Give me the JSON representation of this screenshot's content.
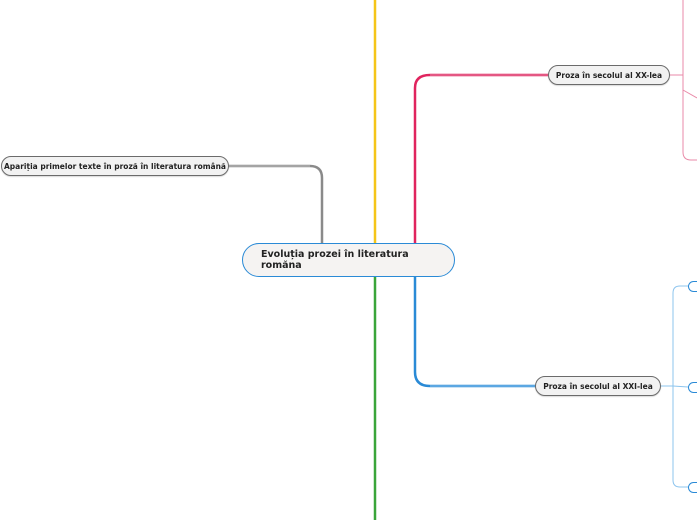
{
  "mindmap": {
    "central_topic": "Evoluția prozei în literatura romăna",
    "topics": [
      {
        "id": "aparitia",
        "label": "Apariția primelor texte în proză în literatura română",
        "color": "#999999"
      },
      {
        "id": "sec20",
        "label": "Proza în secolul al XX-lea",
        "color": "#e0245e"
      },
      {
        "id": "sec21",
        "label": "Proza în secolul al XXI-lea",
        "color": "#2a8ad6"
      }
    ],
    "branch_colors": {
      "yellow": "#f5c518",
      "green": "#3aa53a",
      "gray": "#8a8a8a",
      "pink": "#e0245e",
      "blue": "#2a8ad6"
    }
  }
}
